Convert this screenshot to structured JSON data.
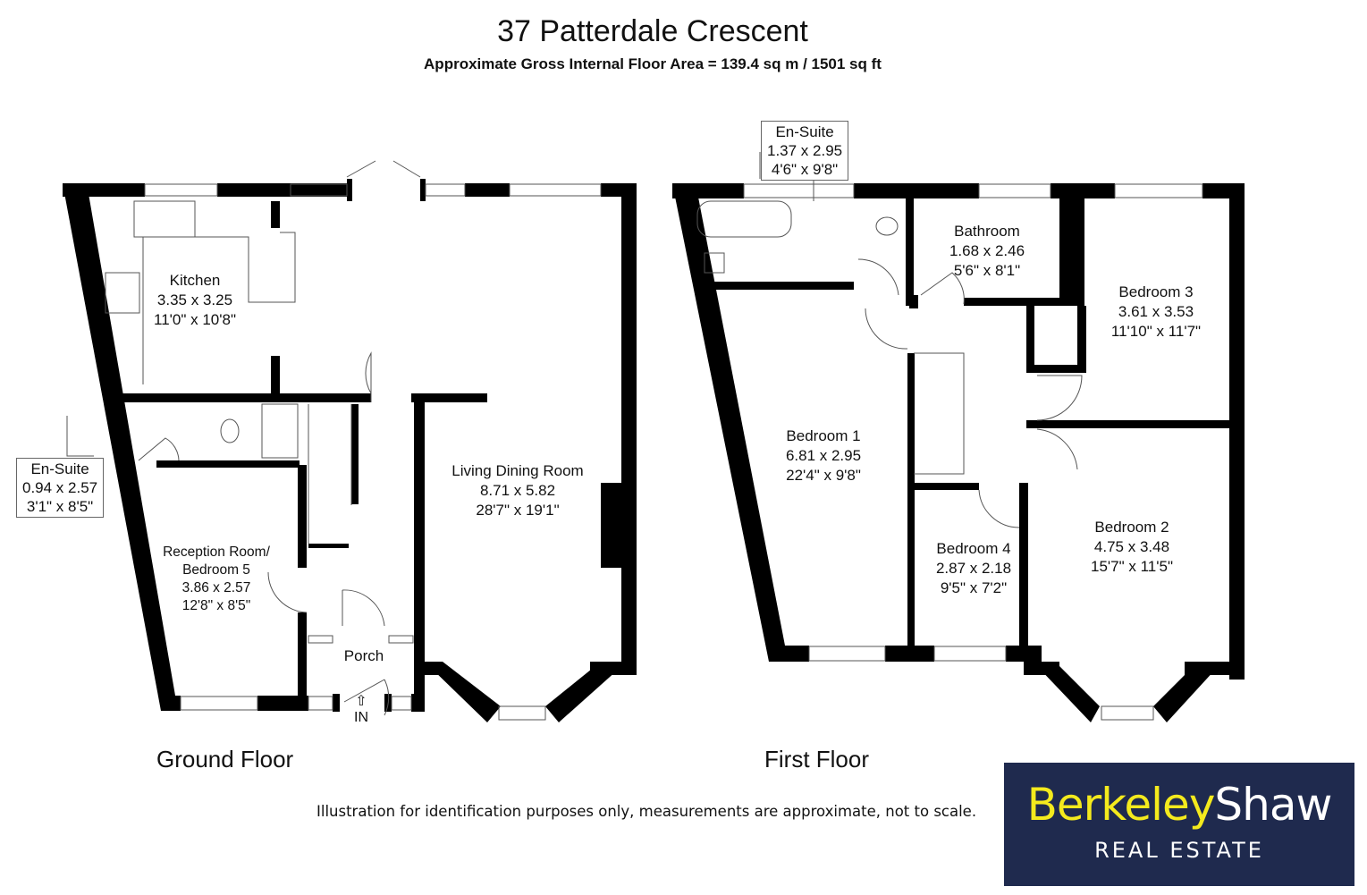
{
  "header": {
    "title": "37 Patterdale Crescent",
    "subtitle": "Approximate Gross Internal Floor Area = 139.4 sq m / 1501 sq ft"
  },
  "ground_floor": {
    "label": "Ground Floor",
    "entrance": "IN",
    "rooms": [
      {
        "name": "Kitchen",
        "metric": "3.35 x 3.25",
        "imperial": "11'0\" x 10'8\""
      },
      {
        "name": "Living Dining Room",
        "metric": "8.71 x 5.82",
        "imperial": "28'7\" x 19'1\""
      },
      {
        "name": "Reception Room/",
        "name2": "Bedroom 5",
        "metric": "3.86 x 2.57",
        "imperial": "12'8\" x 8'5\""
      },
      {
        "name": "Porch"
      },
      {
        "name": "En-Suite",
        "metric": "0.94 x 2.57",
        "imperial": "3'1\" x 8'5\""
      }
    ]
  },
  "first_floor": {
    "label": "First Floor",
    "rooms": [
      {
        "name": "En-Suite",
        "metric": "1.37 x 2.95",
        "imperial": "4'6\" x 9'8\""
      },
      {
        "name": "Bathroom",
        "metric": "1.68 x 2.46",
        "imperial": "5'6\" x 8'1\""
      },
      {
        "name": "Bedroom 3",
        "metric": "3.61 x 3.53",
        "imperial": "11'10\" x 11'7\""
      },
      {
        "name": "Bedroom 1",
        "metric": "6.81 x 2.95",
        "imperial": "22'4\" x 9'8\""
      },
      {
        "name": "Bedroom 4",
        "metric": "2.87 x 2.18",
        "imperial": "9'5\" x 7'2\""
      },
      {
        "name": "Bedroom 2",
        "metric": "4.75 x 3.48",
        "imperial": "15'7\" x 11'5\""
      }
    ]
  },
  "disclaimer": "Illustration for identification purposes only, measurements are approximate, not to scale.",
  "logo": {
    "part1": "Berkeley",
    "part2": "Shaw",
    "tagline": "REAL ESTATE",
    "bg_color": "#1f2a4e",
    "accent_color": "#f4ea1d"
  }
}
